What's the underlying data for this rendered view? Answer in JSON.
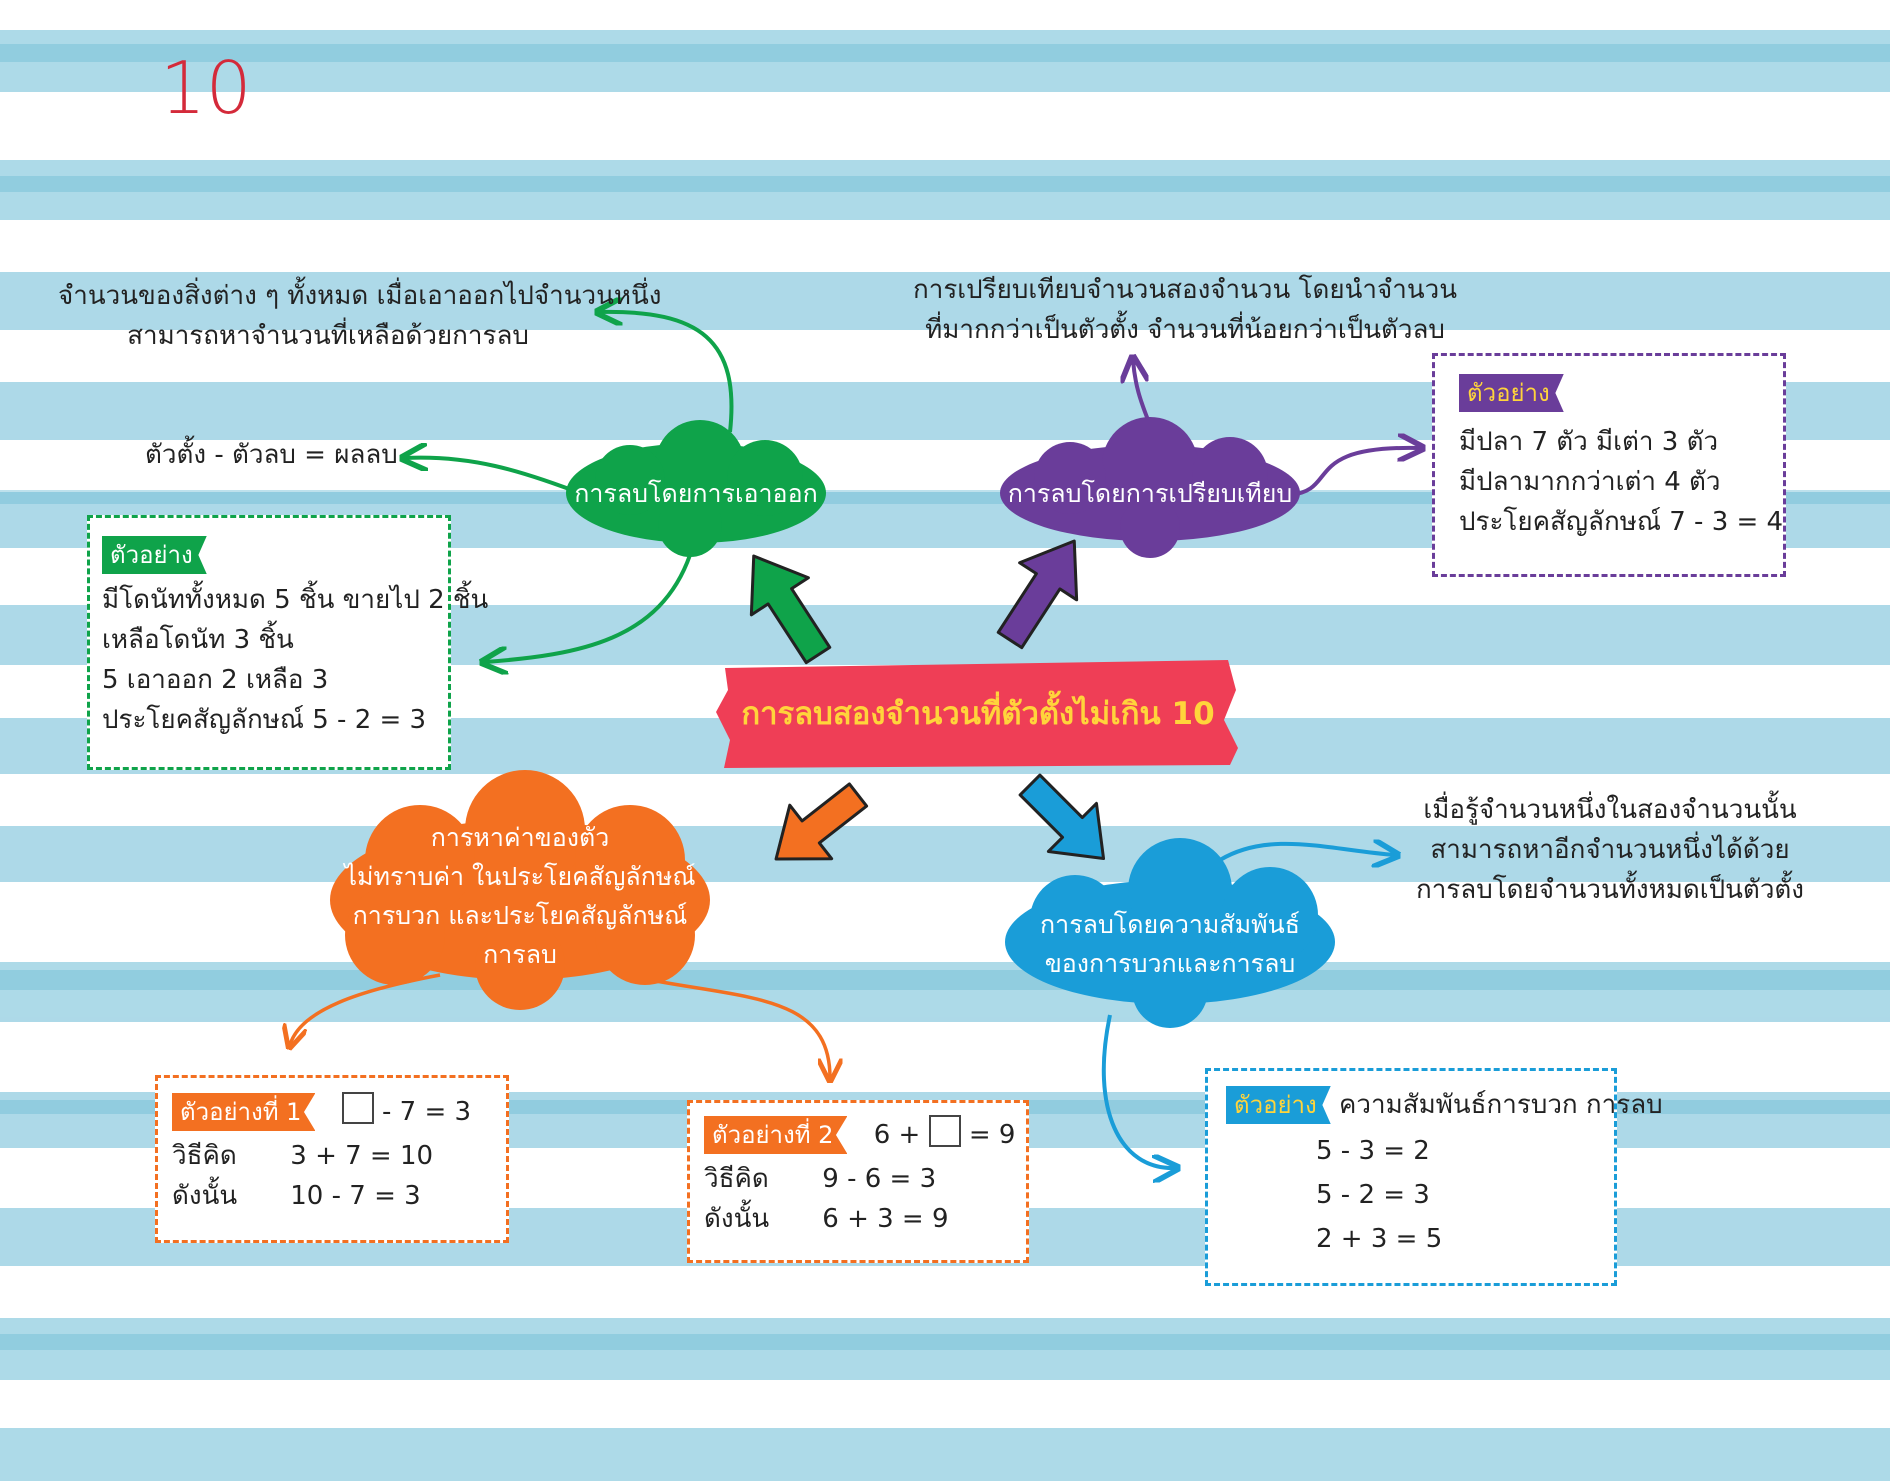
{
  "page_number": "10",
  "colors": {
    "green": "#0fa34a",
    "purple": "#6a3d9a",
    "orange": "#f37021",
    "blue": "#1a9dd8",
    "red": "#ef3e56",
    "yellow": "#ffd43b",
    "stripe": "#9fd3e4"
  },
  "center_title": "การลบสองจำนวนที่ตัวตั้งไม่เกิน 10",
  "green": {
    "cloud": "การลบโดยการเอาออก",
    "note_top": [
      "จำนวนของสิ่งต่าง ๆ ทั้งหมด เมื่อเอาออกไปจำนวนหนึ่ง",
      "สามารถหาจำนวนที่เหลือด้วยการลบ"
    ],
    "formula": "ตัวตั้ง - ตัวลบ = ผลลบ",
    "example_tag": "ตัวอย่าง",
    "example_lines": [
      "มีโดนัททั้งหมด 5 ชิ้น ขายไป 2 ชิ้น",
      "เหลือโดนัท 3 ชิ้น",
      "5 เอาออก 2 เหลือ 3",
      "ประโยคสัญลักษณ์ 5 - 2 = 3"
    ]
  },
  "purple": {
    "cloud": "การลบโดยการเปรียบเทียบ",
    "note_top": [
      "การเปรียบเทียบจำนวนสองจำนวน โดยนำจำนวน",
      "ที่มากกว่าเป็นตัวตั้ง จำนวนที่น้อยกว่าเป็นตัวลบ"
    ],
    "example_tag": "ตัวอย่าง",
    "example_lines": [
      "มีปลา 7 ตัว มีเต่า 3 ตัว",
      "มีปลามากกว่าเต่า 4 ตัว",
      "ประโยคสัญลักษณ์ 7 - 3 = 4"
    ]
  },
  "orange": {
    "cloud": [
      "การหาค่าของตัว",
      "ไม่ทราบค่า ในประโยคสัญลักษณ์",
      "การบวก และประโยคสัญลักษณ์",
      "การลบ"
    ],
    "ex1": {
      "tag": "ตัวอย่างที่ 1",
      "eq_rest": "- 7 = 3",
      "label_think": "วิธีคิด",
      "think": "3 + 7 = 10",
      "label_so": "ดังนั้น",
      "so": "10 - 7 = 3"
    },
    "ex2": {
      "tag": "ตัวอย่างที่ 2",
      "eq_pre": "6 +",
      "eq_post": "= 9",
      "label_think": "วิธีคิด",
      "think": "9 -  6 = 3",
      "label_so": "ดังนั้น",
      "so": "6 + 3 = 9"
    }
  },
  "blue": {
    "cloud": [
      "การลบโดยความสัมพันธ์",
      "ของการบวกและการลบ"
    ],
    "note": [
      "เมื่อรู้จำนวนหนึ่งในสองจำนวนนั้น",
      "สามารถหาอีกจำนวนหนึ่งได้ด้วย",
      "การลบโดยจำนวนทั้งหมดเป็นตัวตั้ง"
    ],
    "example_tag": "ตัวอย่าง",
    "example_title": "ความสัมพันธ์การบวก การลบ",
    "example_lines": [
      "5 - 3 = 2",
      "5 - 2 = 3",
      "2 + 3 = 5"
    ]
  }
}
